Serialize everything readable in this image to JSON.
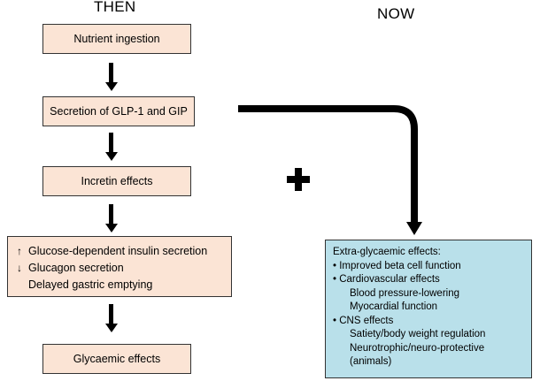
{
  "headings": {
    "then": "THEN",
    "now": "NOW"
  },
  "flow": {
    "step1": "Nutrient ingestion",
    "step2": "Secretion of GLP-1 and GIP",
    "step3": "Incretin effects",
    "step4": [
      {
        "symbol": "↑",
        "text": "Glucose-dependent insulin secretion"
      },
      {
        "symbol": "↓",
        "text": "Glucagon secretion"
      },
      {
        "symbol": "",
        "text": "Delayed gastric emptying"
      }
    ],
    "step5": "Glycaemic effects"
  },
  "plus_symbol": "+",
  "extra": {
    "title": "Extra-glycaemic effects:",
    "items": [
      {
        "label": "• Improved beta cell function",
        "sub": []
      },
      {
        "label": "• Cardiovascular effects",
        "sub": [
          "Blood pressure-lowering",
          "Myocardial function"
        ]
      },
      {
        "label": "• CNS effects",
        "sub": [
          "Satiety/body weight regulation",
          "Neurotrophic/neuro-protective",
          "(animals)"
        ]
      }
    ]
  },
  "colors": {
    "then_box_fill": "#fbe4d5",
    "now_box_fill": "#b9e0ea",
    "arrow": "#000000"
  }
}
